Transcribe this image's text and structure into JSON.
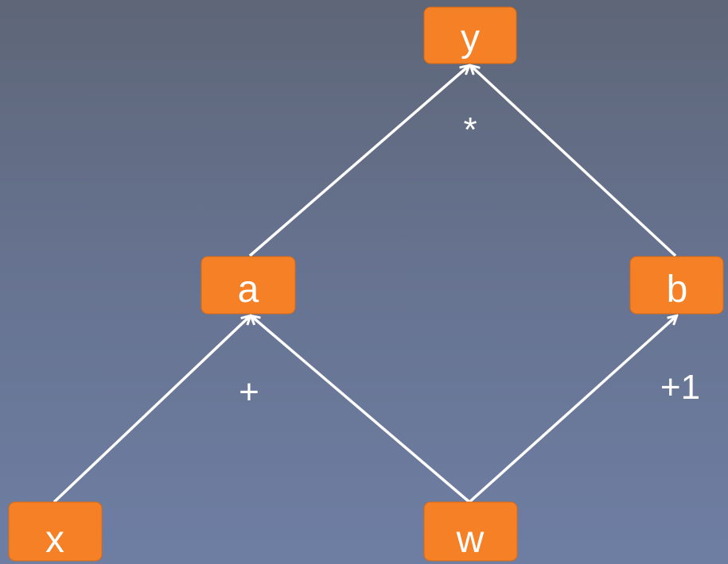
{
  "nodes": {
    "y": "y",
    "a": "a",
    "b": "b",
    "x": "x",
    "w": "w"
  },
  "operators": {
    "multiply": "*",
    "add": "+",
    "add_one": "+1"
  },
  "edges": [
    {
      "from": "x",
      "to": "a"
    },
    {
      "from": "w",
      "to": "a"
    },
    {
      "from": "w",
      "to": "b"
    },
    {
      "from": "a",
      "to": "y"
    },
    {
      "from": "b",
      "to": "y"
    }
  ],
  "colors": {
    "node_fill": "#f58025",
    "edge": "#ffffff",
    "text": "#ffffff",
    "background_top": "#5e6677",
    "background_bottom": "#6e7ea3"
  }
}
